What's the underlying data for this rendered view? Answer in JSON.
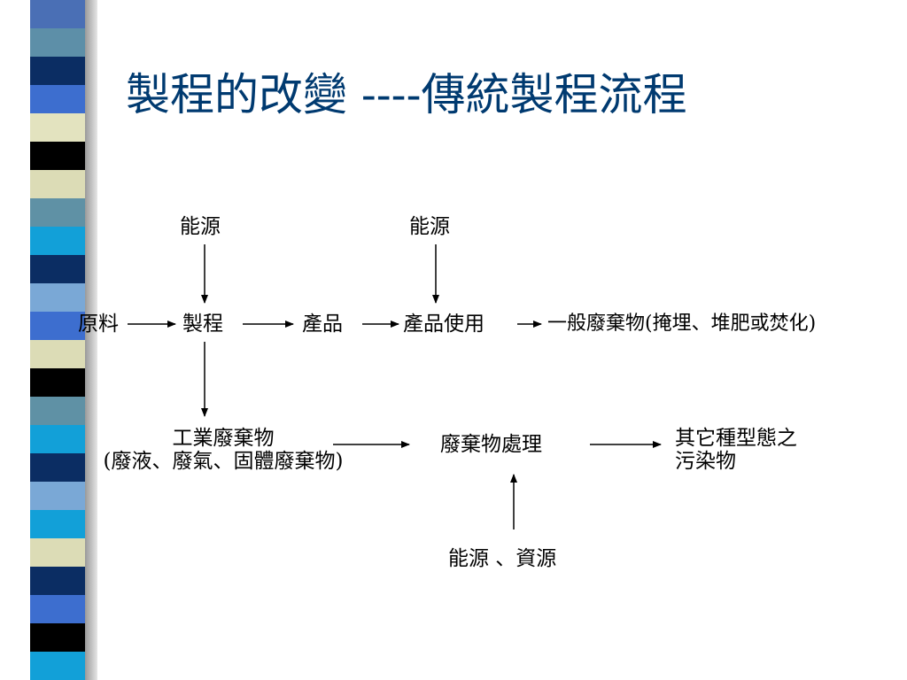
{
  "title": "製程的改變 ----傳統製程流程",
  "stripe_colors": [
    "#4a6fb5",
    "#5d8fa8",
    "#0b2d63",
    "#3d6ecf",
    "#e3e3bf",
    "#000000",
    "#dcdcb6",
    "#5f91a5",
    "#12a0d8",
    "#0b2d63",
    "#7aa8d6",
    "#3d6ecf",
    "#dcdcb6",
    "#000000",
    "#5f91a5",
    "#12a0d8",
    "#0b2d63",
    "#7aa8d6",
    "#12a0d8",
    "#dcdcb6",
    "#0b2d63",
    "#3d6ecf",
    "#000000",
    "#12a0d8"
  ],
  "colors": {
    "title": "#003a70",
    "text": "#000000",
    "arrow": "#000000",
    "stripe_shadow": "#9a9a9a"
  },
  "nodes": {
    "energy1": "能源",
    "energy2": "能源",
    "raw": "原料",
    "process": "製程",
    "product": "產品",
    "product_use": "產品使用",
    "general_waste": "一般廢棄物(掩埋、堆肥或焚化)",
    "industrial_waste_line1": "工業廢棄物",
    "industrial_waste_line2": "(廢液、廢氣、固體廢棄物)",
    "waste_treatment": "廢棄物處理",
    "other_pollution_line1": "其它種型態之",
    "other_pollution_line2": "污染物",
    "energy_resources": "能源 、資源"
  }
}
